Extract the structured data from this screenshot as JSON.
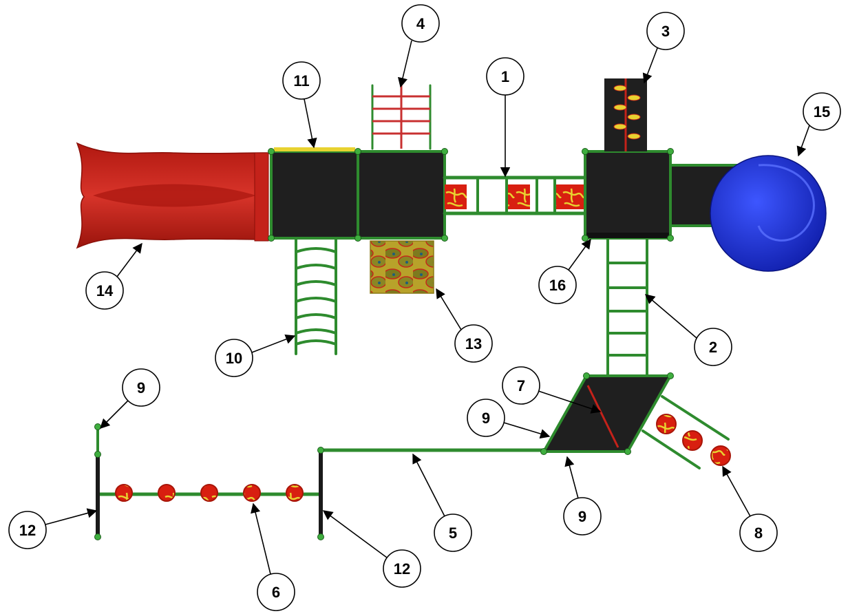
{
  "diagram": {
    "colors": {
      "frame_green": "#2e8b2e",
      "deck_black": "#1f1f1f",
      "slide_red": "#c4221a",
      "slide_blue": "#1a2fd0",
      "panel_yellow": "#e8d230",
      "panel_red": "#d81f10"
    },
    "callouts": [
      {
        "id": "c1",
        "label": "1"
      },
      {
        "id": "c2",
        "label": "2"
      },
      {
        "id": "c3",
        "label": "3"
      },
      {
        "id": "c4",
        "label": "4"
      },
      {
        "id": "c5",
        "label": "5"
      },
      {
        "id": "c6",
        "label": "6"
      },
      {
        "id": "c7",
        "label": "7"
      },
      {
        "id": "c8",
        "label": "8"
      },
      {
        "id": "c9a",
        "label": "9"
      },
      {
        "id": "c9b",
        "label": "9"
      },
      {
        "id": "c9c",
        "label": "9"
      },
      {
        "id": "c10",
        "label": "10"
      },
      {
        "id": "c11",
        "label": "11"
      },
      {
        "id": "c12a",
        "label": "12"
      },
      {
        "id": "c12b",
        "label": "12"
      },
      {
        "id": "c13",
        "label": "13"
      },
      {
        "id": "c14",
        "label": "14"
      },
      {
        "id": "c15",
        "label": "15"
      },
      {
        "id": "c16",
        "label": "16"
      }
    ]
  }
}
